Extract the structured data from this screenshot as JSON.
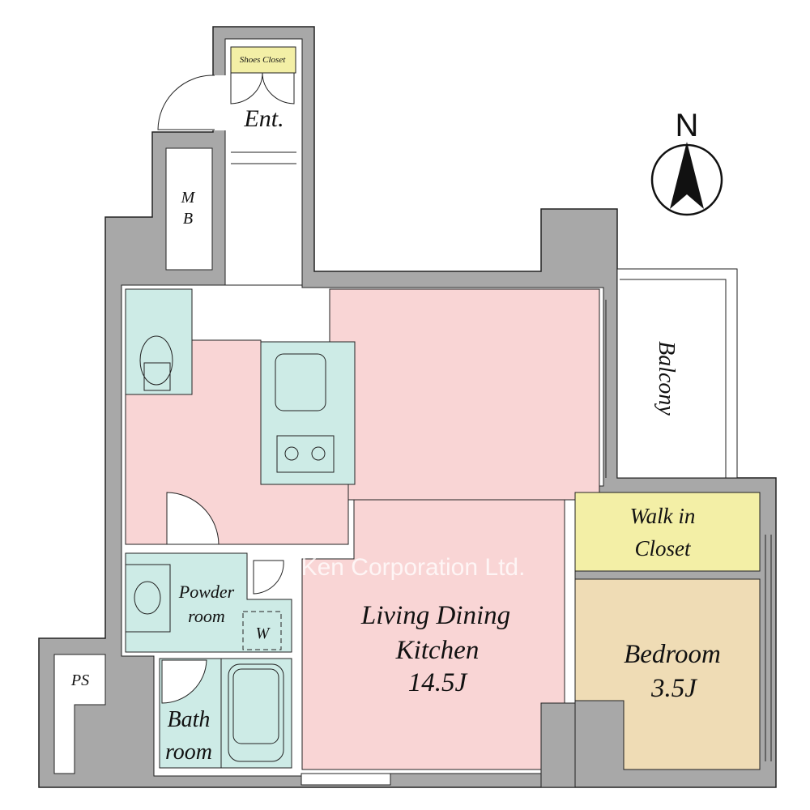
{
  "rooms": {
    "shoes_closet": "Shoes Closet",
    "entrance": "Ent.",
    "mb_line1": "M",
    "mb_line2": "B",
    "balcony": "Balcony",
    "walk_in_closet_line1": "Walk in",
    "walk_in_closet_line2": "Closet",
    "ldk_line1": "Living Dining",
    "ldk_line2": "Kitchen",
    "ldk_size": "14.5J",
    "bedroom": "Bedroom",
    "bedroom_size": "3.5J",
    "powder_line1": "Powder",
    "powder_line2": "room",
    "washer": "W",
    "bath_line1": "Bath",
    "bath_line2": "room",
    "ps": "PS"
  },
  "compass": {
    "label": "N"
  },
  "watermark": "Ken Corporation Ltd.",
  "colors": {
    "wall": "#a8a8a8",
    "ldk": "#f9d5d5",
    "wet": "#cdebe6",
    "closet": "#f3efa6",
    "bedroom": "#efdcb5"
  }
}
